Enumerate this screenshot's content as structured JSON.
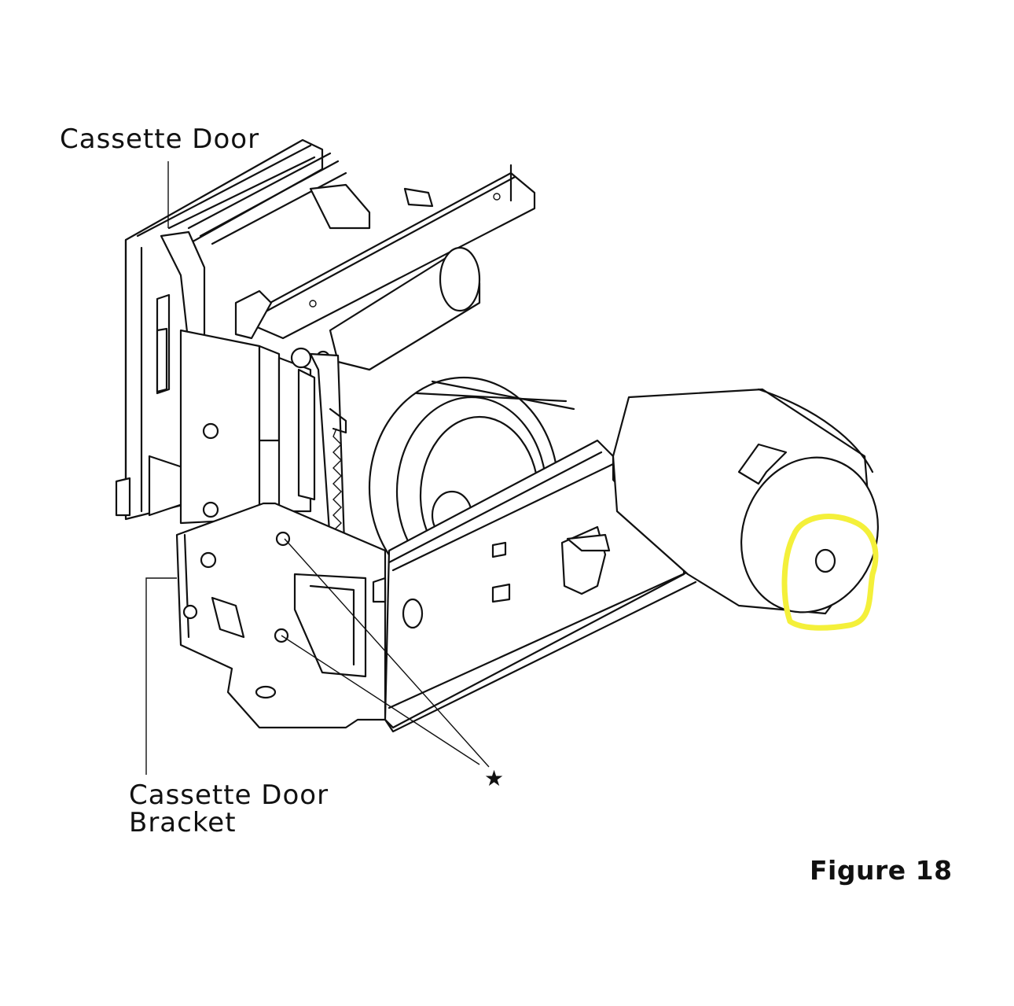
{
  "labels": {
    "cassette_door": "Cassette Door",
    "cassette_door_bracket_line1": "Cassette Door",
    "cassette_door_bracket_line2": "Bracket",
    "star_marker": "★",
    "figure_caption": "Figure 18"
  },
  "highlight": {
    "color": "#f4f03a",
    "target": "hole in cylinder end cap"
  },
  "colors": {
    "line": "#111111",
    "background": "#ffffff"
  }
}
